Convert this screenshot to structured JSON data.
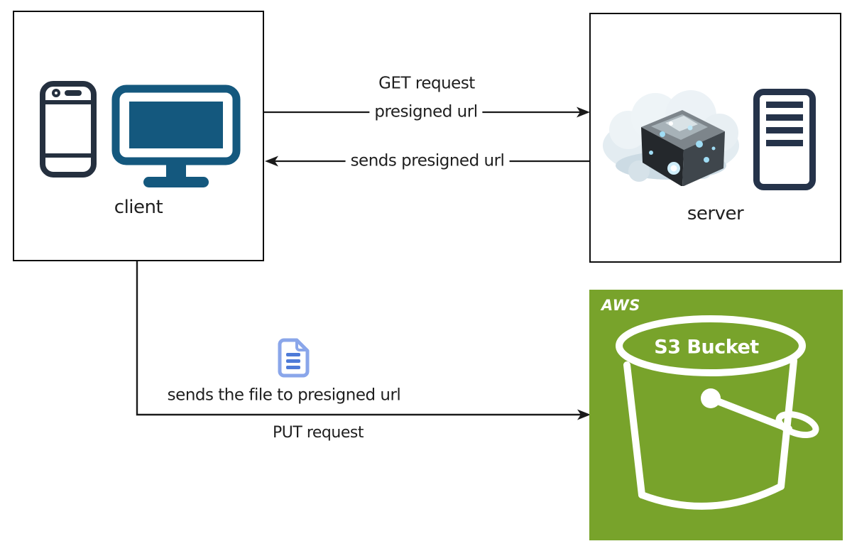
{
  "diagram": {
    "background_color": "#ffffff",
    "line_color": "#1a1a1a",
    "text_color": "#1f1f1f"
  },
  "nodes": {
    "client": {
      "label": "client",
      "icons": [
        "smartphone-icon",
        "desktop-monitor-icon"
      ],
      "phone_color": "#25303f",
      "monitor_color": "#14587e"
    },
    "server": {
      "label": "server",
      "icons": [
        "cloud-compute-icon",
        "server-tower-icon"
      ],
      "tower_color": "#25334a"
    },
    "aws": {
      "label": "AWS",
      "bucket_label": "S3 Bucket",
      "background_color": "#78a32b",
      "bucket_color": "#ffffff"
    }
  },
  "arrows": {
    "get_request": {
      "from": "client",
      "to": "server",
      "direction": "right",
      "label_line1": "GET request",
      "label_line2": "presigned url"
    },
    "sends_presigned": {
      "from": "server",
      "to": "client",
      "direction": "left",
      "label": "sends presigned url"
    },
    "put_request": {
      "from": "client",
      "to": "aws",
      "direction": "right",
      "label_line1": "sends the file to presigned url",
      "label_line2": "PUT request",
      "attachment_icon": "file-document-icon",
      "file_icon_outline_color": "#8aa6ea",
      "file_icon_bar_color": "#4e7bd8"
    }
  }
}
